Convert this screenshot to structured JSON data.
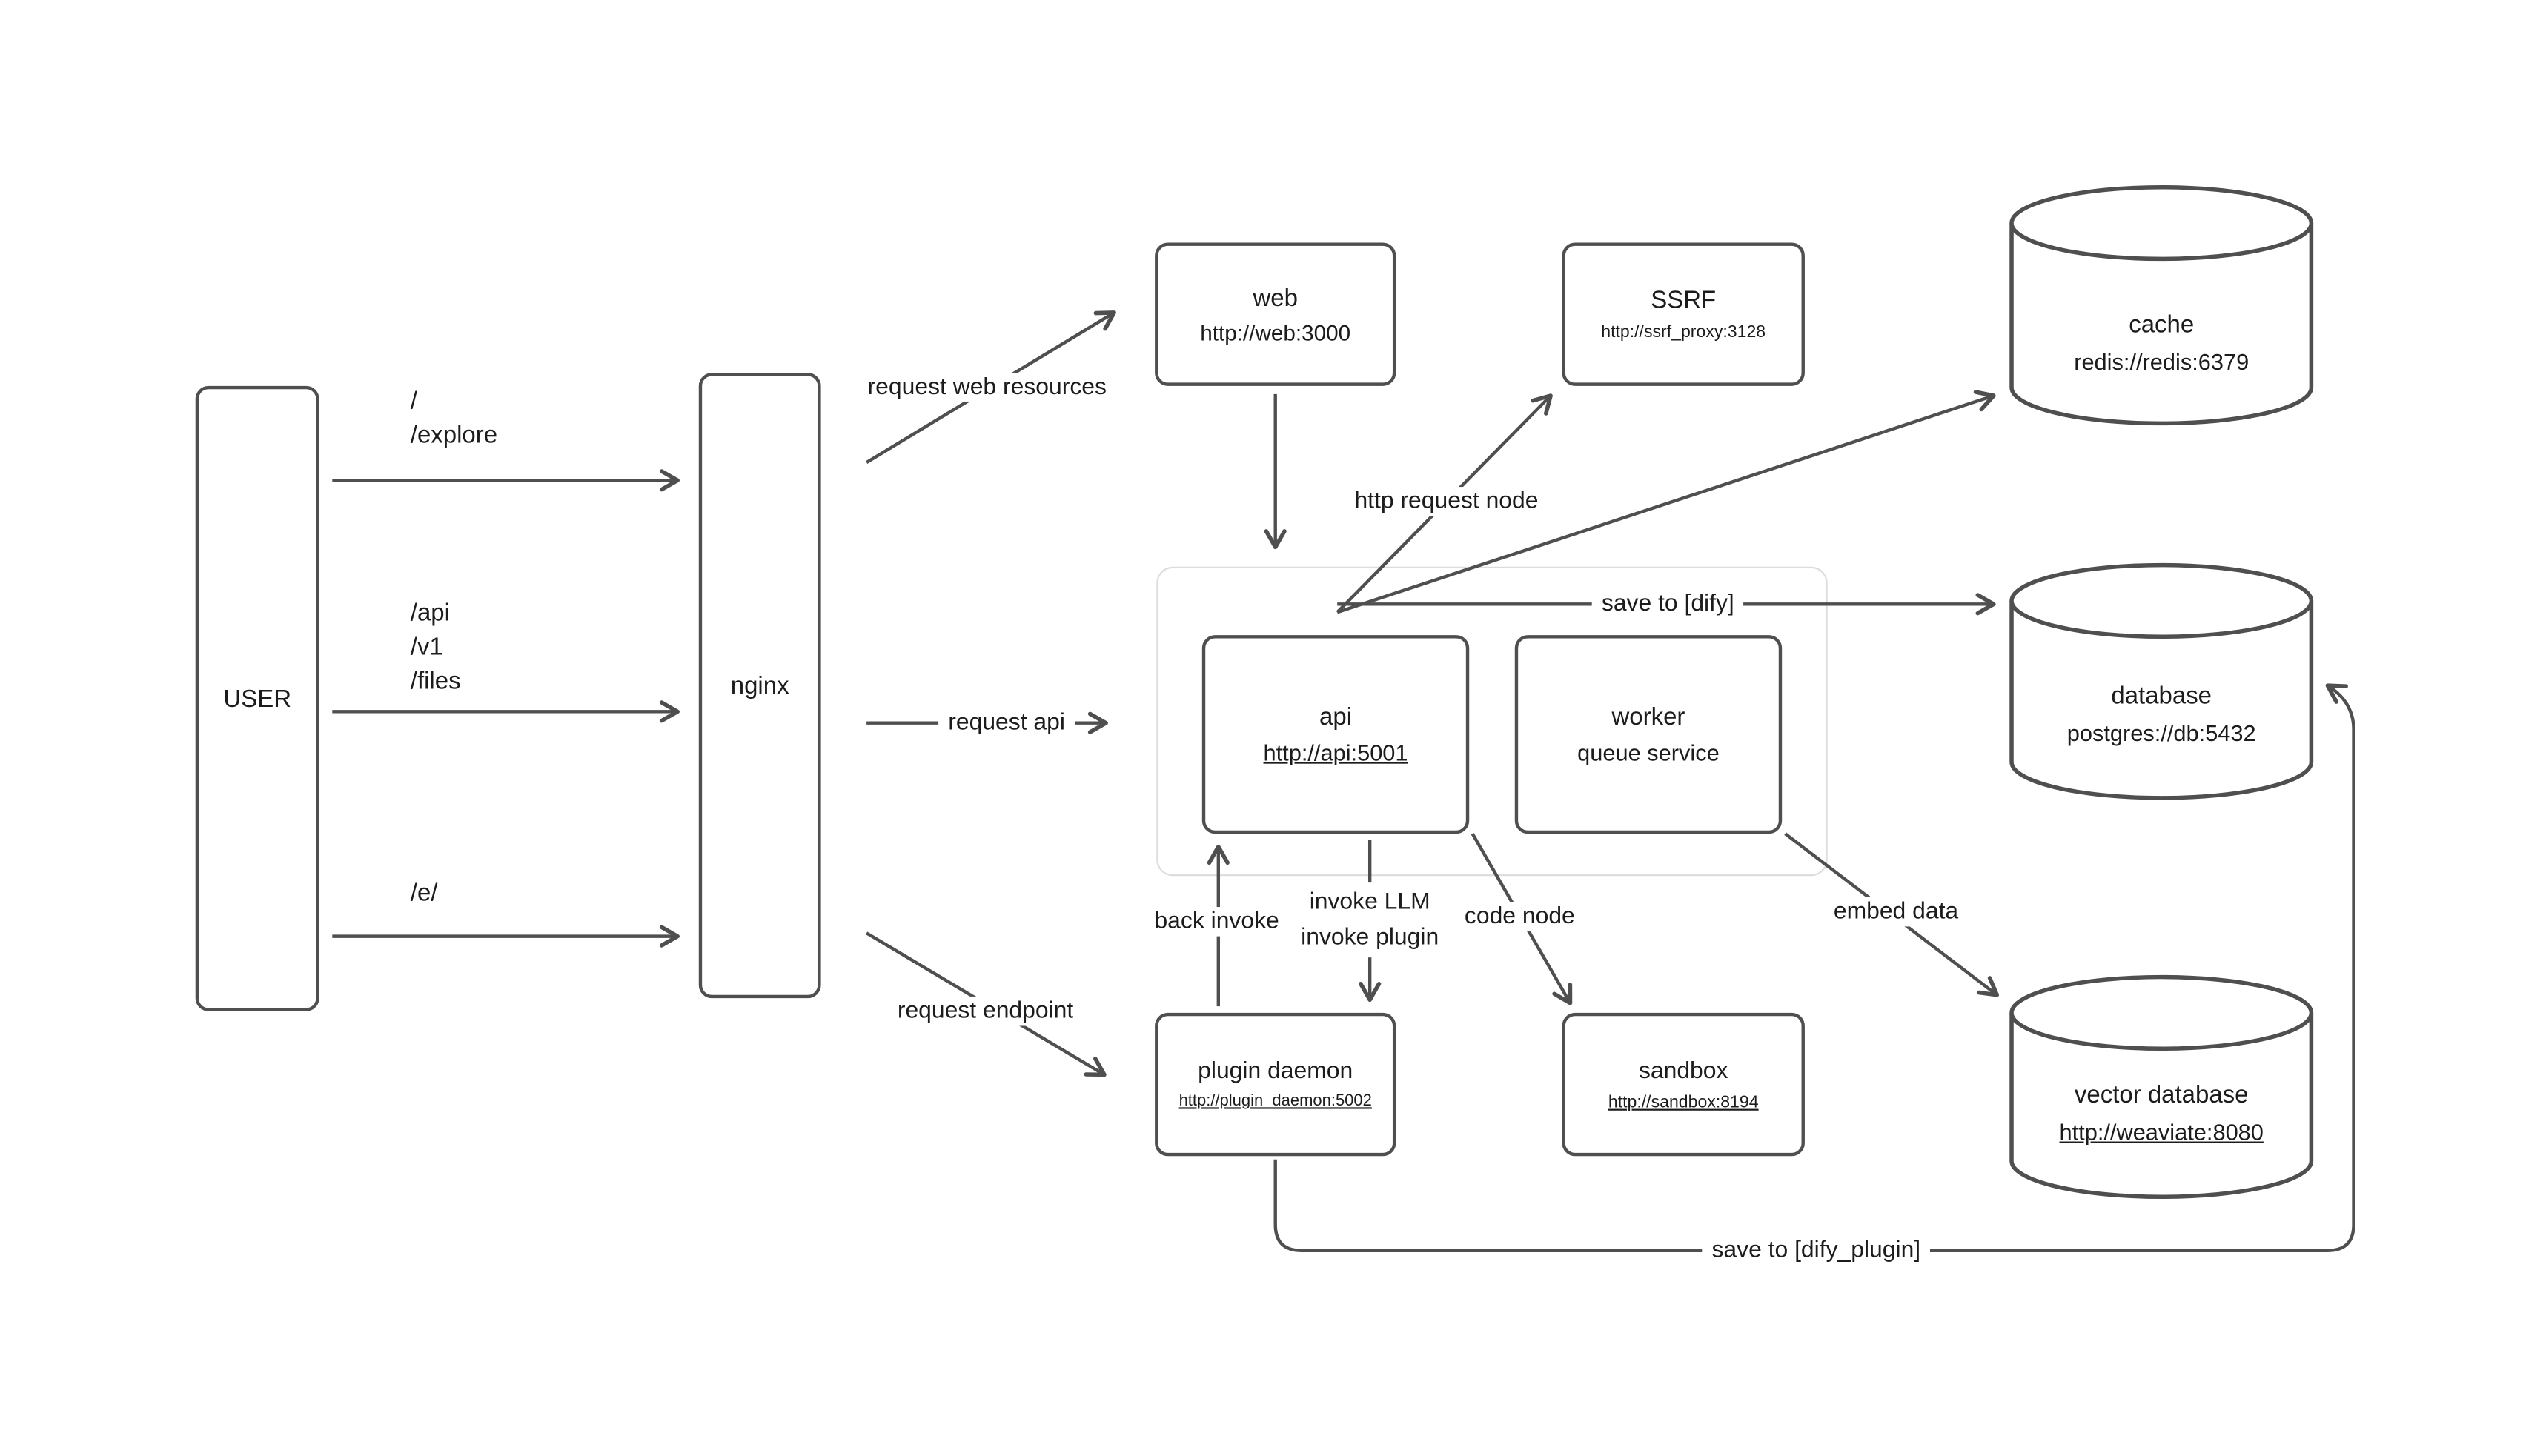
{
  "nodes": {
    "user": {
      "label": "USER"
    },
    "nginx": {
      "label": "nginx"
    },
    "web": {
      "title": "web",
      "url": "http://web:3000"
    },
    "ssrf": {
      "title": "SSRF",
      "url": "http://ssrf_proxy:3128"
    },
    "cache": {
      "title": "cache",
      "url": "redis://redis:6379"
    },
    "api": {
      "title": "api",
      "url": "http://api:5001"
    },
    "worker": {
      "title": "worker",
      "subtitle": "queue service"
    },
    "database": {
      "title": "database",
      "url": "postgres://db:5432"
    },
    "plugin_daemon": {
      "title": "plugin daemon",
      "url": "http://plugin_daemon:5002"
    },
    "sandbox": {
      "title": "sandbox",
      "url": "http://sandbox:8194"
    },
    "vector_database": {
      "title": "vector database",
      "url": "http://weaviate:8080"
    }
  },
  "edges": {
    "user_root": {
      "line1": "/",
      "line2": "/explore"
    },
    "user_api": {
      "line1": "/api",
      "line2": "/v1",
      "line3": "/files"
    },
    "user_e": {
      "line1": "/e/"
    },
    "request_web_resources": "request web resources",
    "request_api": "request api",
    "request_endpoint": "request endpoint",
    "http_request_node": "http request node",
    "save_to_dify": "save to [dify]",
    "back_invoke": "back invoke",
    "invoke_llm": "invoke LLM",
    "invoke_plugin": "invoke plugin",
    "code_node": "code node",
    "embed_data": "embed data",
    "save_to_dify_plugin": "save to [dify_plugin]"
  },
  "colors": {
    "node_stroke": "#4f4f4f",
    "arrow_stroke": "#4f4f4f",
    "container_stroke": "#dcdcdc",
    "text": "#1c1c1c",
    "background": "#ffffff"
  }
}
